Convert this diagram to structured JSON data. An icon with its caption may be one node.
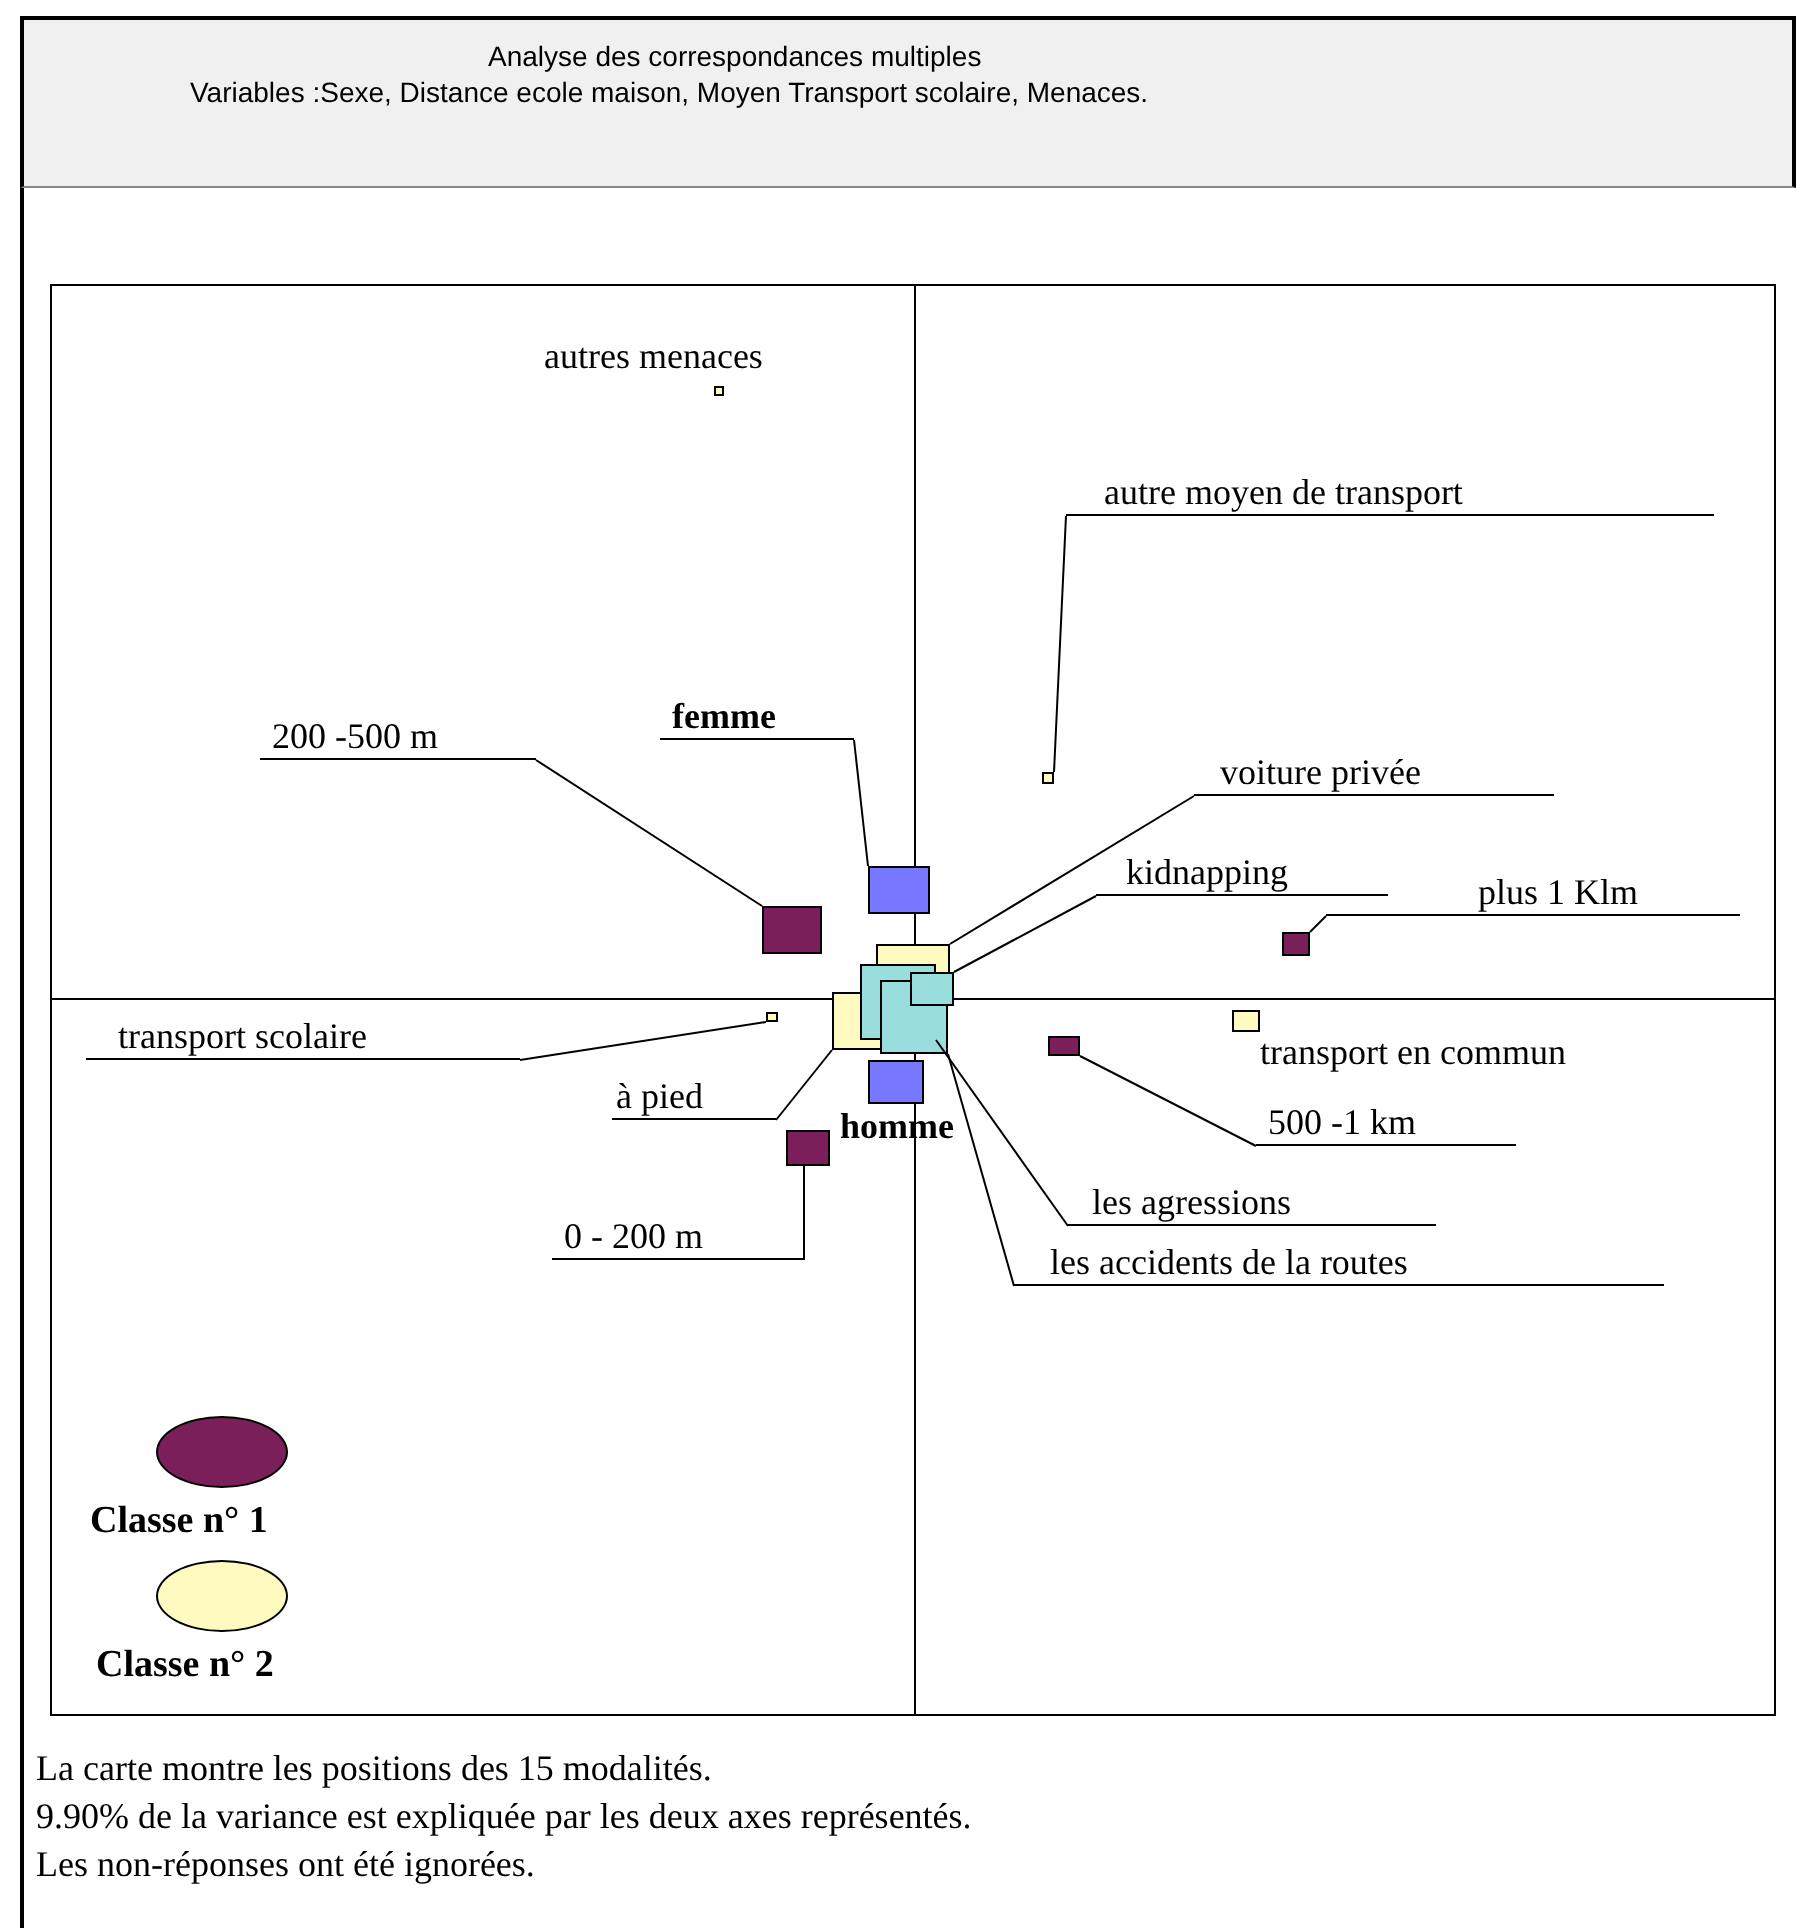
{
  "diagram": {
    "title": "Analyse des correspondances multiples",
    "nodes": [
      {
        "text": [
          "autres menaces"
        ]
      },
      {
        "text": [],
        "shape": "box"
      },
      {
        "text": [
          "autre moyen de transport"
        ]
      },
      {
        "text": [
          "200 -500 m"
        ]
      },
      {
        "text": [
          "femme"
        ]
      },
      {
        "text": [],
        "shape": "box"
      },
      {
        "text": [
          "voiture privée"
        ]
      },
      {
        "text": [],
        "shape": "box"
      },
      {
        "text": [
          "kidnapping"
        ]
      },
      {
        "text": [
          "plus 1 Klm"
        ]
      },
      {
        "text": [],
        "shape": "box"
      },
      {
        "text": [],
        "shape": "box"
      },
      {
        "text": [],
        "shape": "box"
      },
      {
        "text": [],
        "shape": "box"
      },
      {
        "text": [],
        "shape": "box"
      },
      {
        "text": [],
        "shape": "box"
      },
      {
        "text": [],
        "shape": "box"
      },
      {
        "text": [],
        "shape": "box"
      },
      {
        "text": [
          "transport scolaire"
        ]
      },
      {
        "text": [
          "homme"
        ]
      },
      {
        "text": [],
        "shape": "box"
      },
      {
        "text": [],
        "shape": "box"
      },
      {
        "text": [
          "transport en commun"
        ]
      },
      {
        "text": [],
        "shape": "box"
      },
      {
        "text": [
          "à pied"
        ]
      },
      {
        "text": [
          "500 -1 km"
        ]
      },
      {
        "text": [],
        "shape": "box"
      },
      {
        "text": [
          "les agressions"
        ]
      },
      {
        "text": [
          "0 - 200 m"
        ]
      },
      {
        "text": [
          "les accidents de la routes"
        ]
      }
    ],
    "edges": [
      {
        "from": 2,
        "to": 5,
        "arrow": "none"
      },
      {
        "from": 3,
        "to": 10,
        "arrow": "none"
      },
      {
        "from": 4,
        "to": 7,
        "arrow": "none"
      },
      {
        "from": 6,
        "to": 11,
        "arrow": "none"
      },
      {
        "from": 8,
        "to": 13,
        "arrow": "none"
      },
      {
        "from": 9,
        "to": 12,
        "arrow": "none"
      },
      {
        "from": 18,
        "to": 17,
        "arrow": "none"
      },
      {
        "from": 24,
        "to": 16,
        "arrow": "none"
      },
      {
        "from": 25,
        "to": 21,
        "arrow": "none"
      },
      {
        "from": 27,
        "to": 14,
        "arrow": "none"
      },
      {
        "from": 29,
        "to": 15,
        "arrow": "none"
      },
      {
        "from": 28,
        "to": 26,
        "arrow": "none"
      }
    ],
    "labels": [
      "Variables :Sexe, Distance ecole maison, Moyen Transport scolaire, Menaces.",
      "La carte montre les positions des 15 modalités.",
      "9.90% de la variance est expliquée par les deux axes représentés.",
      "Les non-réponses ont été ignorées."
    ],
    "legend": [
      {
        "text": "Classe n° 1",
        "color": "#7b1f5a"
      },
      {
        "text": "Classe n° 2",
        "color": "#fffbc0"
      }
    ]
  }
}
